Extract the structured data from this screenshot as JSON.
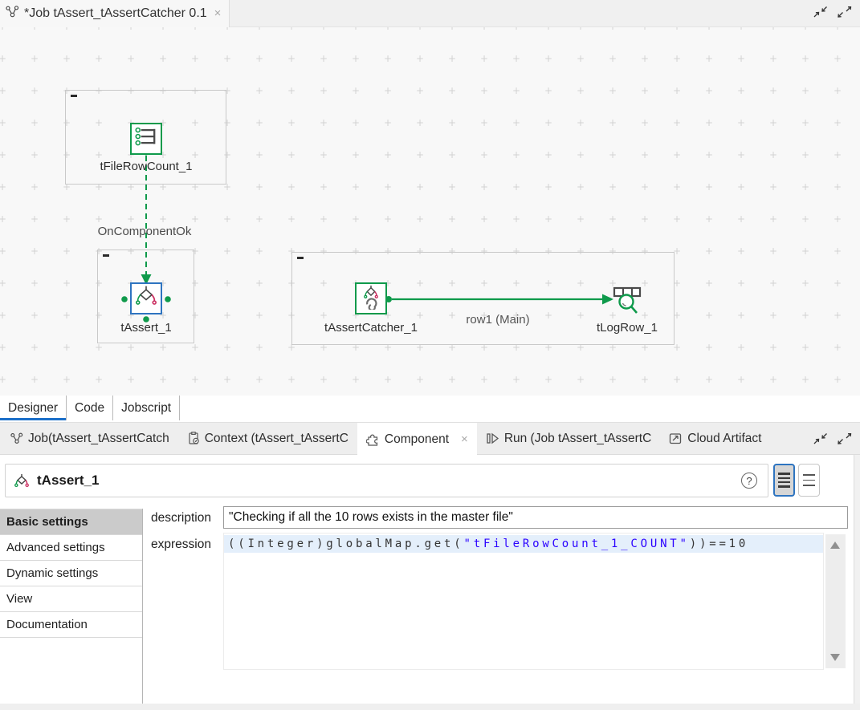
{
  "editor_tab": {
    "title": "*Job tAssert_tAssertCatcher 0.1",
    "close": "×"
  },
  "canvas": {
    "components": [
      {
        "name": "tFileRowCount_1"
      },
      {
        "name": "tAssert_1"
      },
      {
        "name": "tAssertCatcher_1"
      },
      {
        "name": "tLogRow_1"
      }
    ],
    "connections": [
      {
        "label": "OnComponentOk",
        "type": "trigger-dashed"
      },
      {
        "label": "row1 (Main)",
        "type": "main-row"
      }
    ]
  },
  "view_tabs": [
    {
      "label": "Designer",
      "active": true
    },
    {
      "label": "Code",
      "active": false
    },
    {
      "label": "Jobscript",
      "active": false
    }
  ],
  "panel_tabs": [
    {
      "label": "Job(tAssert_tAssertCatch",
      "active": false
    },
    {
      "label": "Context (tAssert_tAssertC",
      "active": false
    },
    {
      "label": "Component",
      "active": true,
      "close": "×"
    },
    {
      "label": "Run (Job tAssert_tAssertC",
      "active": false
    },
    {
      "label": "Cloud Artifact",
      "active": false
    }
  ],
  "component_panel": {
    "title": "tAssert_1",
    "help_label": "?",
    "menu": [
      {
        "label": "Basic settings",
        "active": true
      },
      {
        "label": "Advanced settings",
        "active": false
      },
      {
        "label": "Dynamic settings",
        "active": false
      },
      {
        "label": "View",
        "active": false
      },
      {
        "label": "Documentation",
        "active": false
      }
    ],
    "fields": {
      "description_label": "description",
      "description_value": "\"Checking if all the 10 rows exists in the master file\"",
      "expression_label": "expression",
      "expression_pre": "((Integer)globalMap.get(",
      "expression_string": "\"tFileRowCount_1_COUNT\"",
      "expression_post": "))==10"
    }
  },
  "colors": {
    "talend_green": "#0f9a4b",
    "selection_blue": "#2e74c0",
    "assert_red": "#cb2e60",
    "string_blue": "#2a00ff",
    "line_highlight": "#e4effb"
  }
}
